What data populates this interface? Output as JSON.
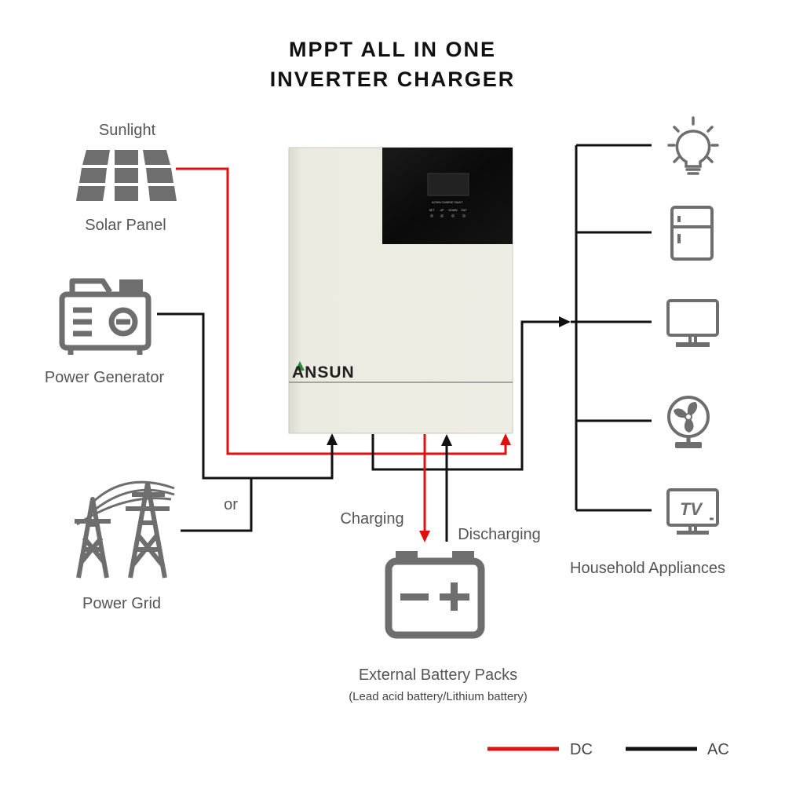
{
  "title": {
    "line1": "MPPT ALL IN ONE",
    "line2": "INVERTER CHARGER"
  },
  "sources": {
    "sunlight_label": "Sunlight",
    "solar_label": "Solar Panel",
    "generator_label": "Power Generator",
    "or_label": "or",
    "grid_label": "Power Grid"
  },
  "inverter": {
    "brand": "ANSUN",
    "panel_labels": [
      "AC/INV",
      "CHARGE",
      "FAULT"
    ],
    "button_labels": [
      "SET",
      "UP",
      "DOWN",
      "ENT"
    ]
  },
  "battery": {
    "charging_label": "Charging",
    "discharging_label": "Discharging",
    "label": "External Battery Packs",
    "sublabel": "(Lead acid battery/Lithium battery)"
  },
  "appliances": {
    "label": "Household Appliances",
    "items": [
      "light-bulb-icon",
      "refrigerator-icon",
      "monitor-icon",
      "fan-icon",
      "tv-icon"
    ],
    "tv_text": "TV"
  },
  "legend": {
    "dc": "DC",
    "ac": "AC"
  },
  "colors": {
    "dc": "#e01010",
    "ac": "#111111",
    "icon": "#6e6e6e",
    "inverter_body": "#ecebe1"
  }
}
